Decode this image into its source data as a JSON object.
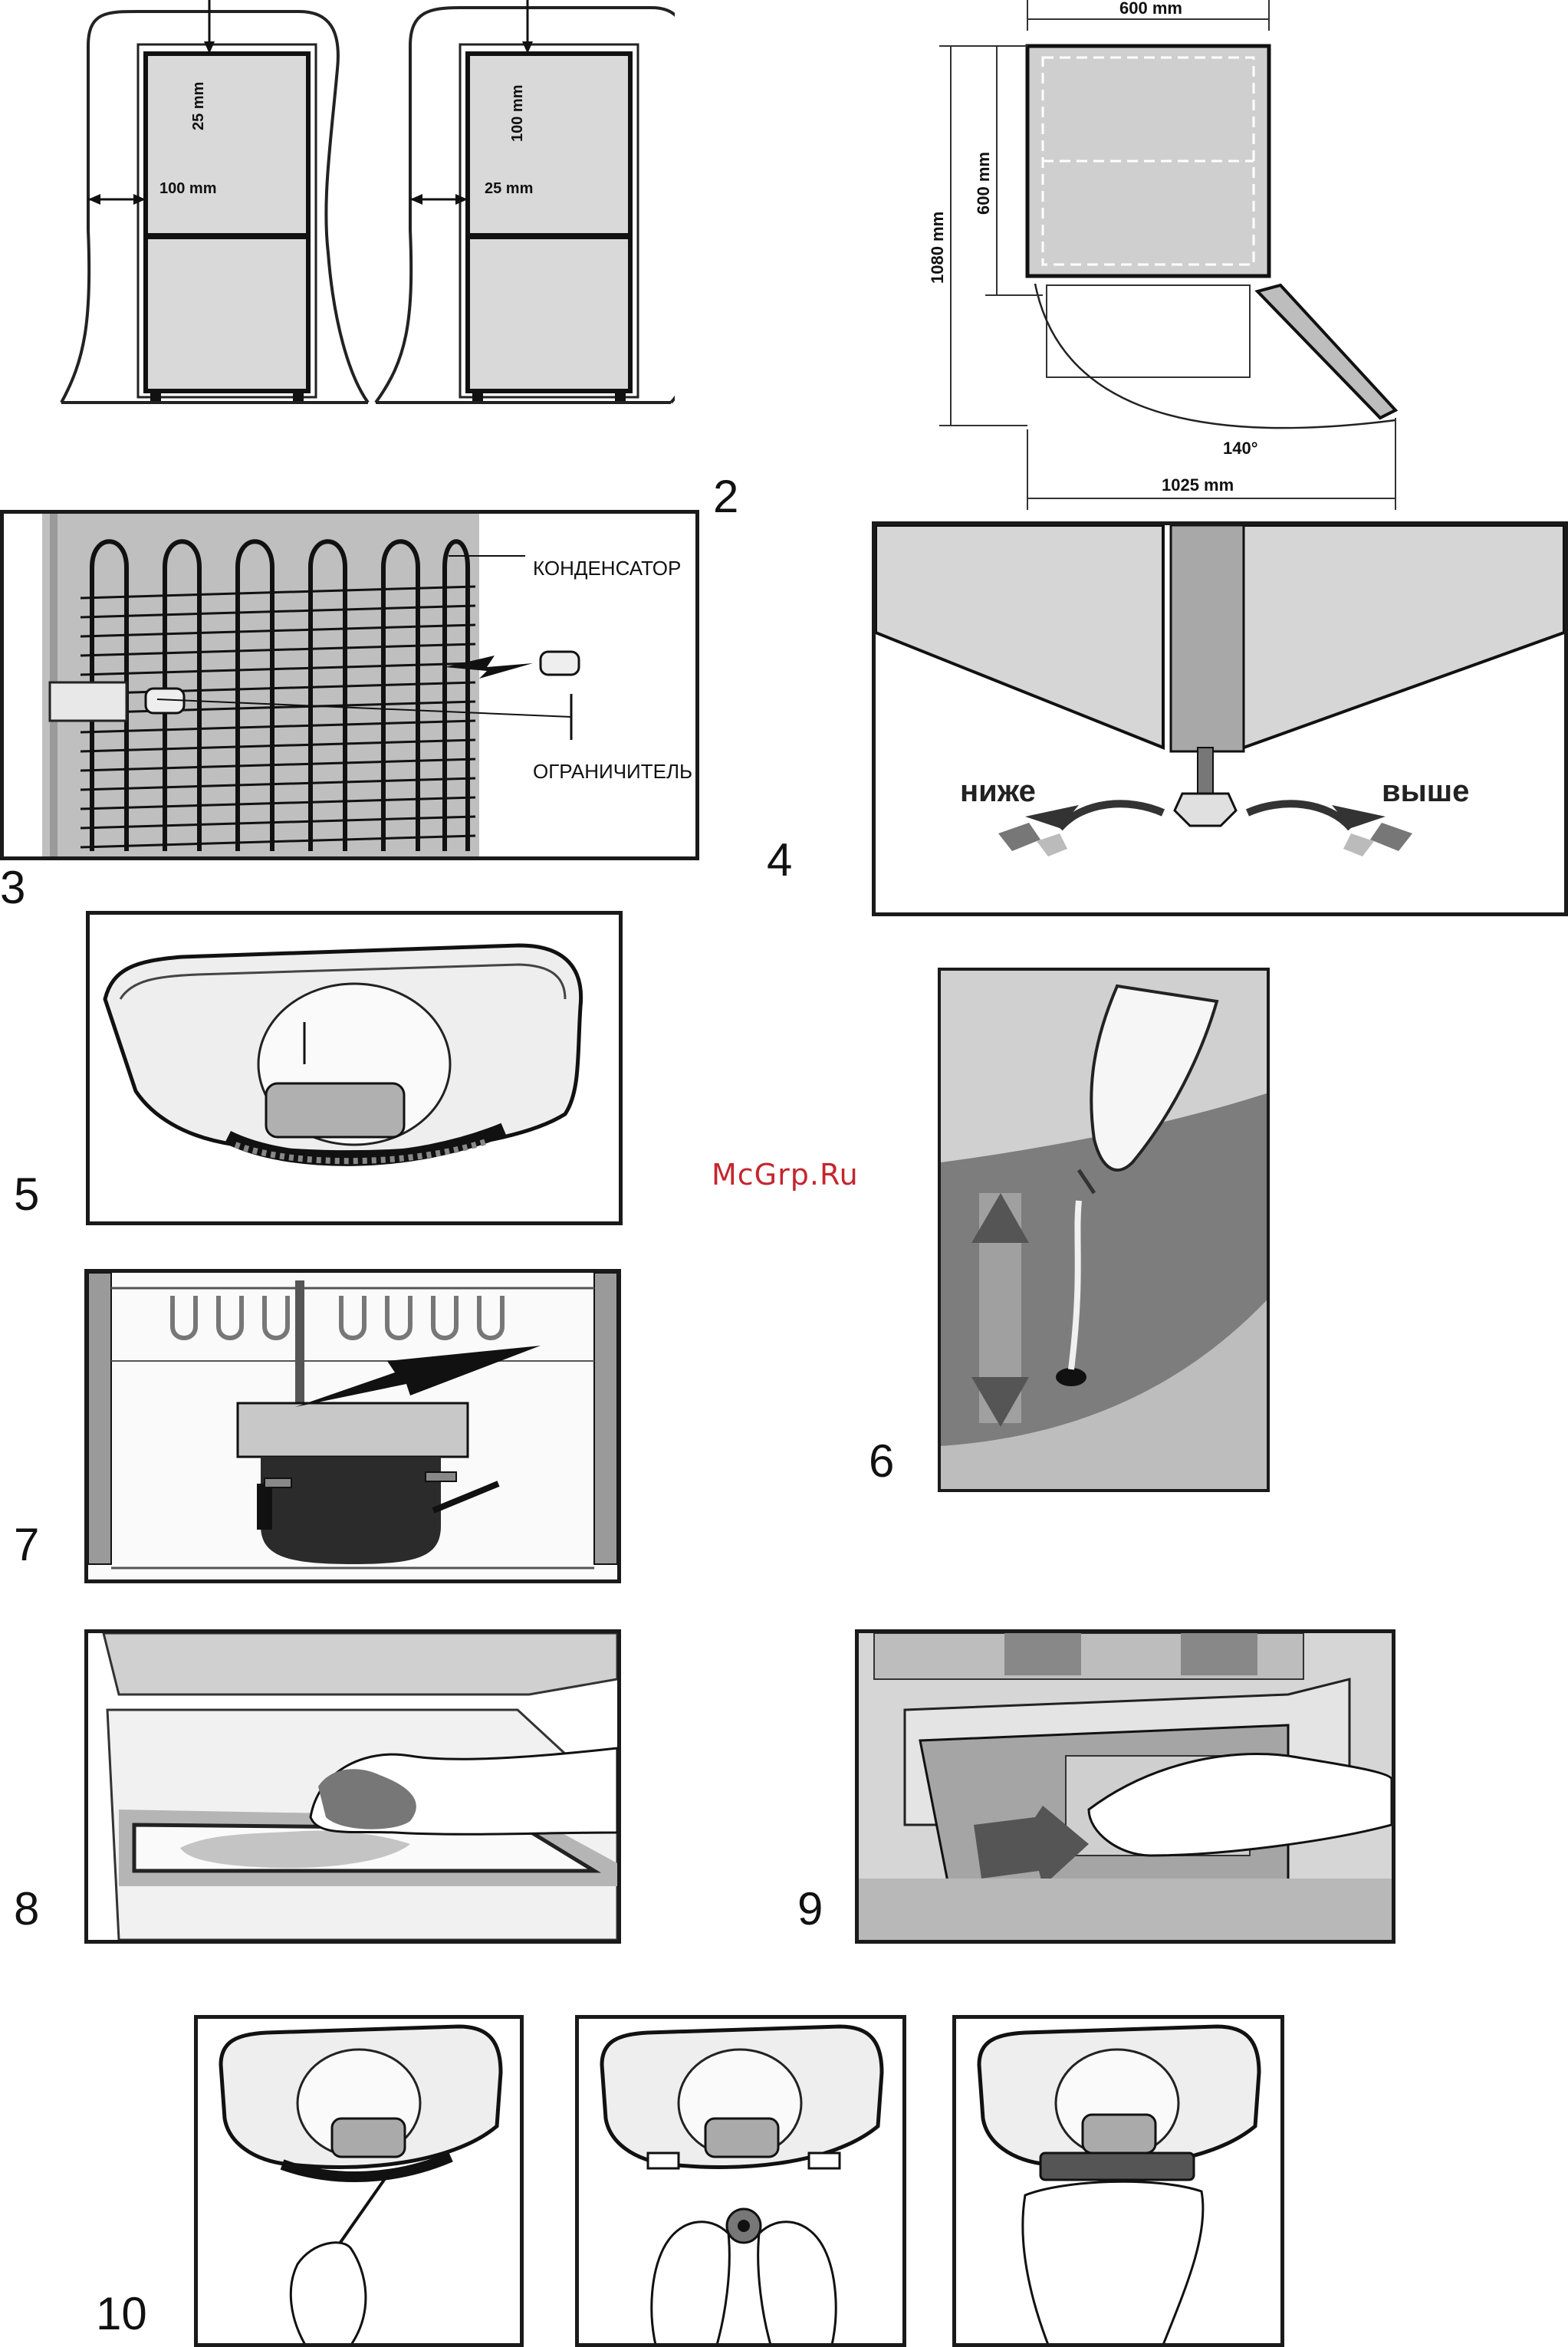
{
  "figures": {
    "fig1": {
      "left_top": "25 mm",
      "left_side": "100 mm",
      "right_top": "100 mm",
      "right_side": "25 mm"
    },
    "fig2": {
      "number": "2",
      "width": "600 mm",
      "depth": "600 mm",
      "depth_open": "1080 mm",
      "angle": "140°",
      "width_open": "1025 mm"
    },
    "fig3": {
      "number": "3",
      "label_condenser": "КОНДЕНСАТОР",
      "label_limiter": "ОГРАНИЧИТЕЛЬ"
    },
    "fig4": {
      "number": "4",
      "label_lower": "ниже",
      "label_higher": "выше"
    },
    "fig5": {
      "number": "5"
    },
    "fig6": {
      "number": "6"
    },
    "fig7": {
      "number": "7"
    },
    "fig8": {
      "number": "8"
    },
    "fig9": {
      "number": "9"
    },
    "fig10": {
      "number": "10"
    }
  },
  "watermark": "McGrp.Ru"
}
